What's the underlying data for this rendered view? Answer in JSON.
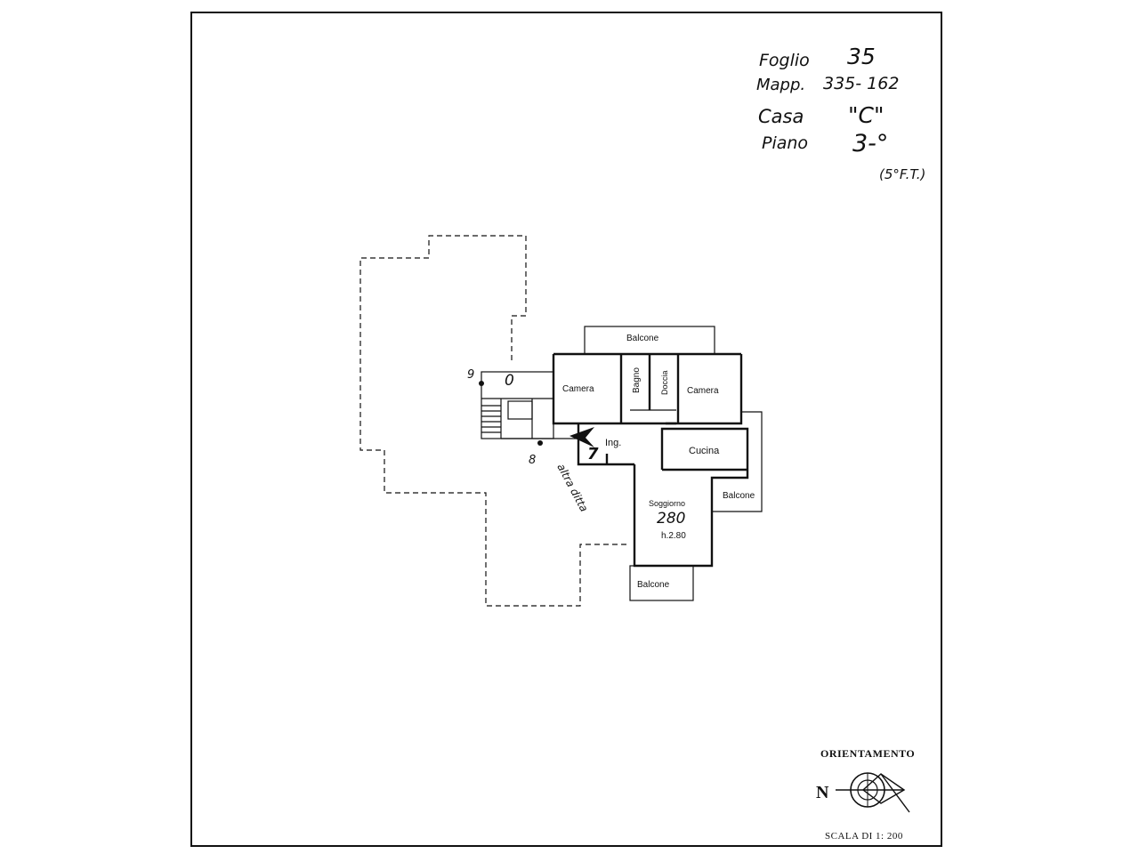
{
  "header": {
    "foglio_label": "Foglio",
    "foglio_value": "35",
    "mapp_label": "Mapp.",
    "mapp_value": "335- 162",
    "casa_label": "Casa",
    "casa_value": "\"C\"",
    "piano_label": "Piano",
    "piano_value": "3-°",
    "piano_note": "(5°F.T.)"
  },
  "rooms": {
    "balcone_top": "Balcone",
    "camera_left": "Camera",
    "bagno": "Bagno",
    "doccia": "Doccia",
    "camera_right": "Camera",
    "ingresso": "Ing.",
    "unit_number": "7",
    "cucina": "Cucina",
    "soggiorno": "Soggiorno",
    "soggiorno_number": "280",
    "height_note": "h.2.80",
    "balcone_right": "Balcone",
    "balcone_bottom": "Balcone"
  },
  "annotations": {
    "stair_number_top": "9",
    "stair_number_bottom": "8",
    "stair_circle": "0",
    "other_property": "altra ditta"
  },
  "footer": {
    "orientation_label": "ORIENTAMENTO",
    "north_letter": "N",
    "scale_label": "SCALA DI 1: 200"
  }
}
